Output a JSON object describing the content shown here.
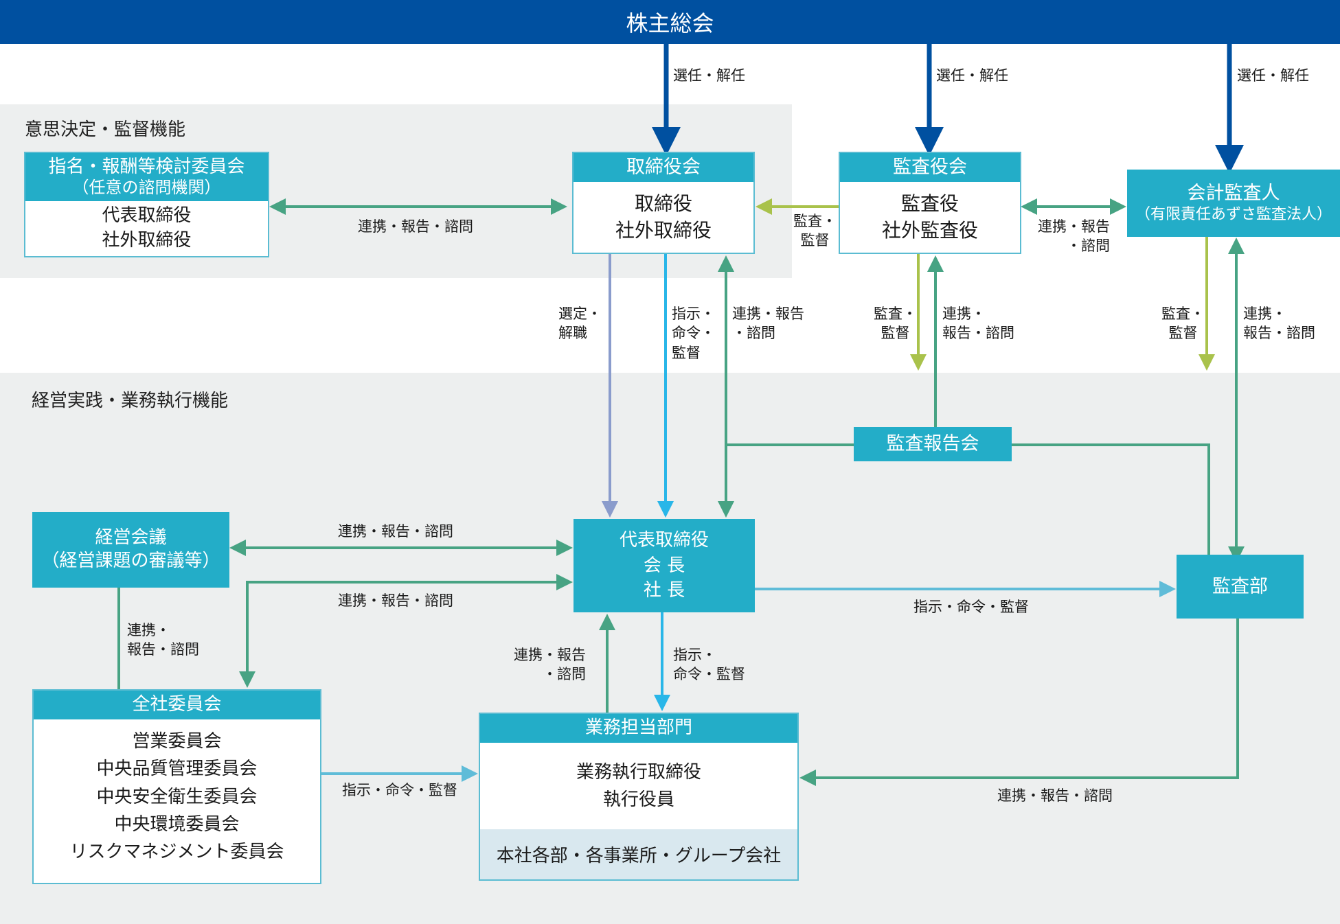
{
  "top": {
    "title": "株主総会"
  },
  "sections": {
    "governance": "意思決定・監督機能",
    "execution": "経営実践・業務執行機能"
  },
  "nodes": {
    "nomination_committee": {
      "title_line1": "指名・報酬等検討委員会",
      "title_line2": "（任意の諮問機関）",
      "members": [
        "代表取締役",
        "社外取締役"
      ]
    },
    "board": {
      "title": "取締役会",
      "members": [
        "取締役",
        "社外取締役"
      ]
    },
    "audit_board": {
      "title": "監査役会",
      "members": [
        "監査役",
        "社外監査役"
      ]
    },
    "accounting_auditor": {
      "title": "会計監査人",
      "subtitle": "（有限責任あずさ監査法人）"
    },
    "audit_report_meeting": {
      "title": "監査報告会"
    },
    "management_meeting": {
      "title": "経営会議",
      "subtitle": "（経営課題の審議等）"
    },
    "representative": {
      "lines": [
        "代表取締役",
        "会 長",
        "社 長"
      ]
    },
    "audit_dept": {
      "title": "監査部"
    },
    "company_committees": {
      "title": "全社委員会",
      "members": [
        "営業委員会",
        "中央品質管理委員会",
        "中央安全衛生委員会",
        "中央環境委員会",
        "リスクマネジメント委員会"
      ]
    },
    "business_divisions": {
      "title": "業務担当部門",
      "members": [
        "業務執行取締役",
        "執行役員"
      ],
      "footer": "本社各部・各事業所・グループ会社"
    }
  },
  "labels": {
    "elect_board": "選任・解任",
    "elect_audit": "選任・解任",
    "elect_accountant": "選任・解任",
    "nom_board": "連携・報告・諮問",
    "audit_board_to_board": [
      "監査・",
      "監督"
    ],
    "audit_accountant": [
      "連携・報告",
      "・諮問"
    ],
    "select_dismiss": [
      "選定・",
      "解職"
    ],
    "board_instruct": [
      "指示・",
      "命令・",
      "監督"
    ],
    "rep_to_board": [
      "連携・報告",
      "・諮問"
    ],
    "audit_to_report": [
      "監査・",
      "監督"
    ],
    "report_to_audit": [
      "連携・",
      "報告・諮問"
    ],
    "accountant_audit": [
      "監査・",
      "監督"
    ],
    "accountant_link": [
      "連携・",
      "報告・諮問"
    ],
    "mgmt_rep": "連携・報告・諮問",
    "committee_rep": "連携・報告・諮問",
    "mgmt_committee": [
      "連携・",
      "報告・諮問"
    ],
    "rep_to_auditdept": "指示・命令・監督",
    "div_to_rep": [
      "連携・報告",
      "・諮問"
    ],
    "rep_to_div": [
      "指示・",
      "命令・監督"
    ],
    "committee_to_div": "指示・命令・監督",
    "auditdept_to_div": "連携・報告・諮問"
  },
  "colors": {
    "navy": "#0050a0",
    "teal": "#23adc8",
    "green": "#47a383",
    "olive": "#a9c24b",
    "sky": "#29b6e8",
    "lightblue": "#5fbcd8",
    "lavender": "#8a9ccc",
    "band": "#edefef"
  }
}
